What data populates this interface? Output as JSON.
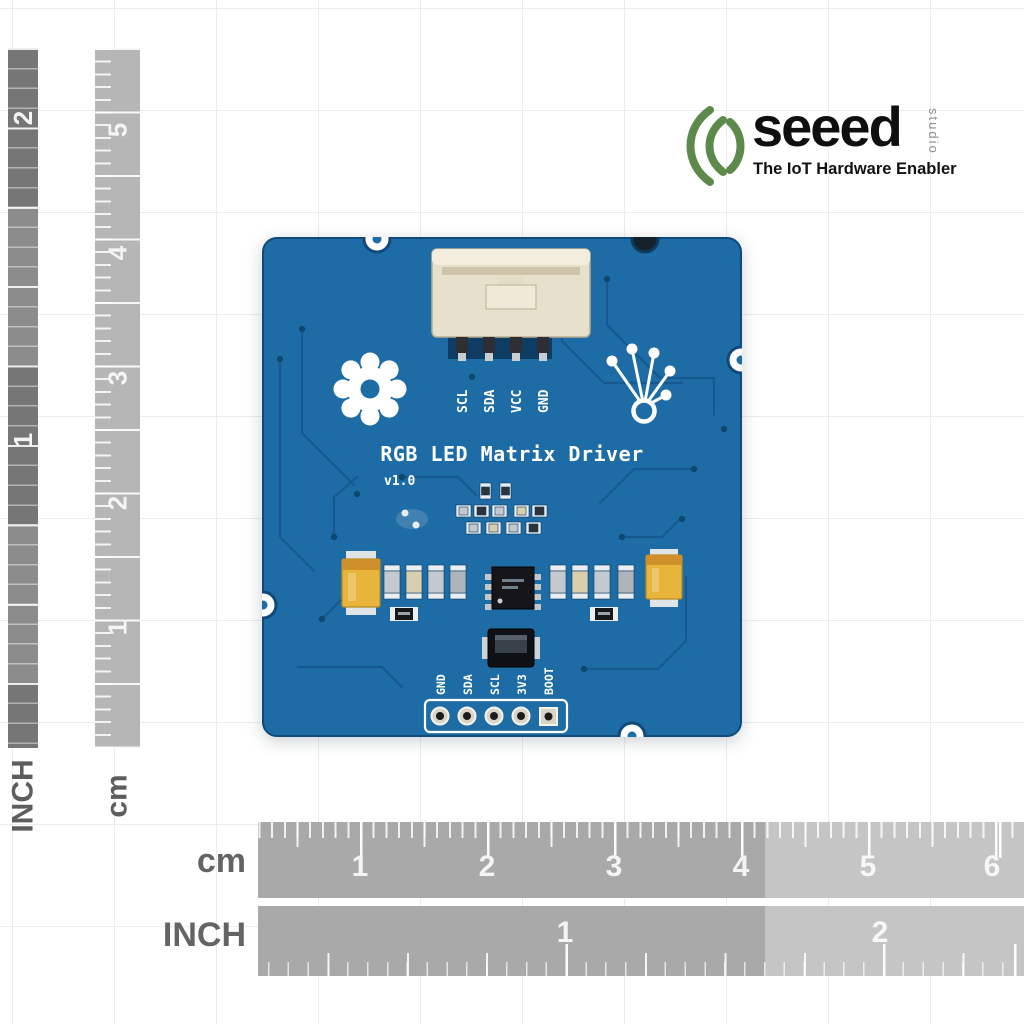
{
  "brand": {
    "name": "seeed",
    "sub": "studio",
    "tagline": "The IoT Hardware Enabler"
  },
  "board": {
    "title": "RGB LED Matrix Driver",
    "version": "v1.0",
    "connector_pins": [
      "SCL",
      "SDA",
      "VCC",
      "GND"
    ],
    "header_pins": [
      "GND",
      "SDA",
      "SCL",
      "3V3",
      "BOOT"
    ]
  },
  "rulers": {
    "left_inch": {
      "label": "INCH",
      "numbers": [
        "2",
        "1"
      ]
    },
    "left_cm": {
      "label": "cm",
      "numbers": [
        "5",
        "4",
        "3",
        "2",
        "1"
      ]
    },
    "bottom_cm": {
      "label": "cm",
      "numbers": [
        "1",
        "2",
        "3",
        "4",
        "5",
        "6"
      ]
    },
    "bottom_inch": {
      "label": "INCH",
      "numbers": [
        "1",
        "2"
      ]
    }
  },
  "colors": {
    "pcb_blue": "#1e6ca6",
    "trace_blue": "#17588c",
    "silkscreen": "#ffffff",
    "logo_green": "#5d8a4a",
    "ruler_gray": "#a9a9a9"
  }
}
